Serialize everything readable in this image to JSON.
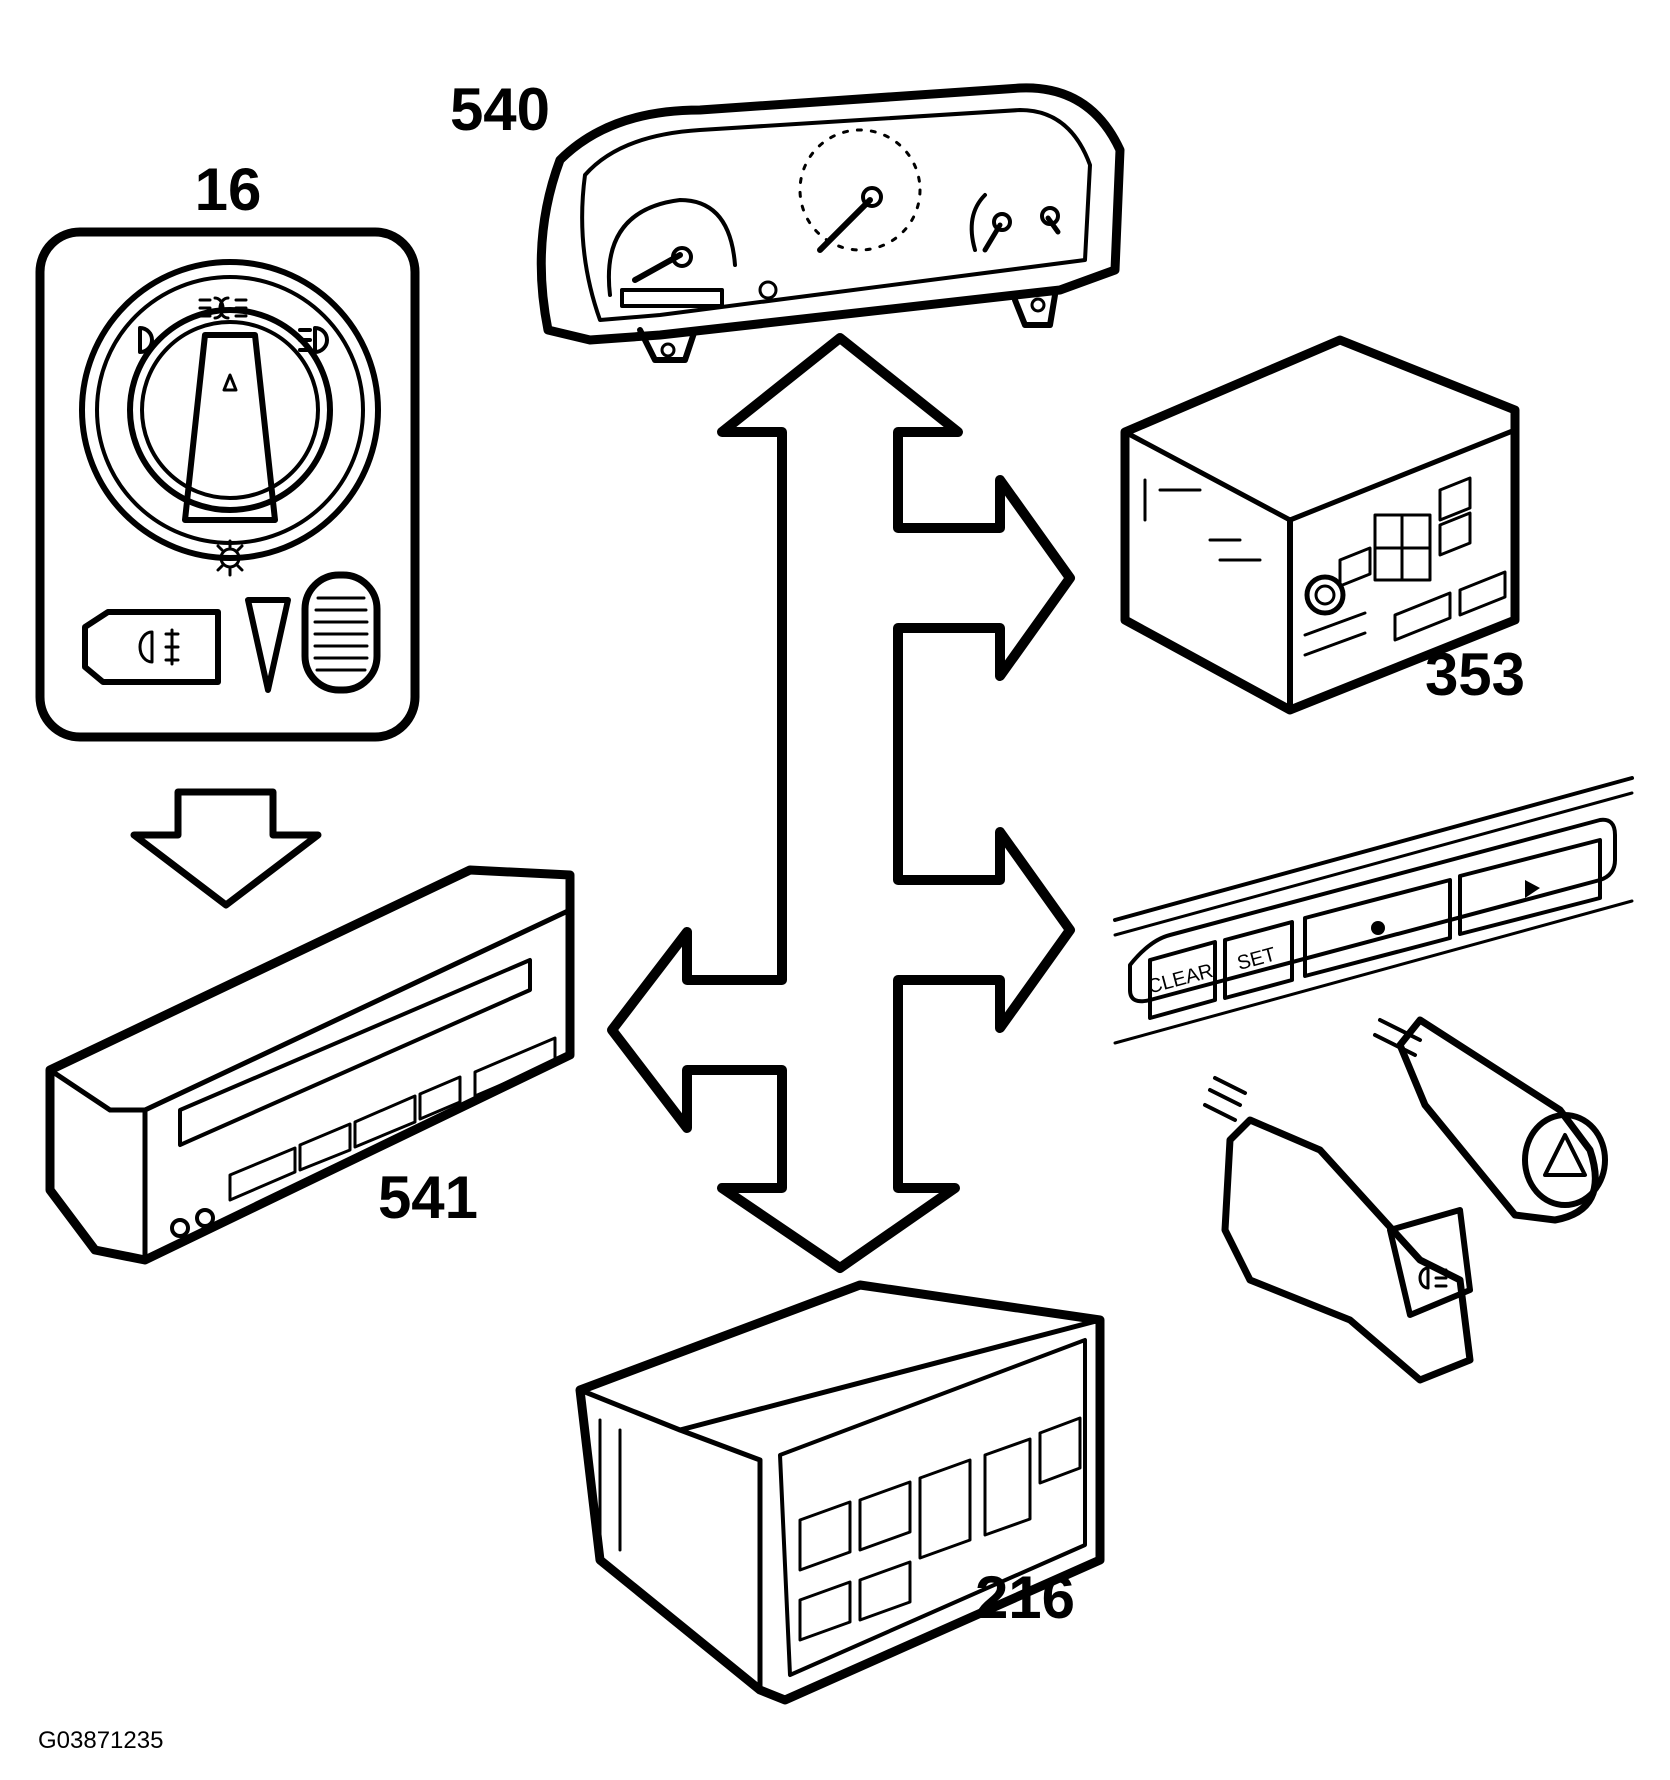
{
  "labels": {
    "switch": "16",
    "cluster": "540",
    "radio": "353",
    "display": "541",
    "climate": "216"
  },
  "buttons": {
    "clear": "CLEAR",
    "set": "SET"
  },
  "figure_code": "G03871235"
}
